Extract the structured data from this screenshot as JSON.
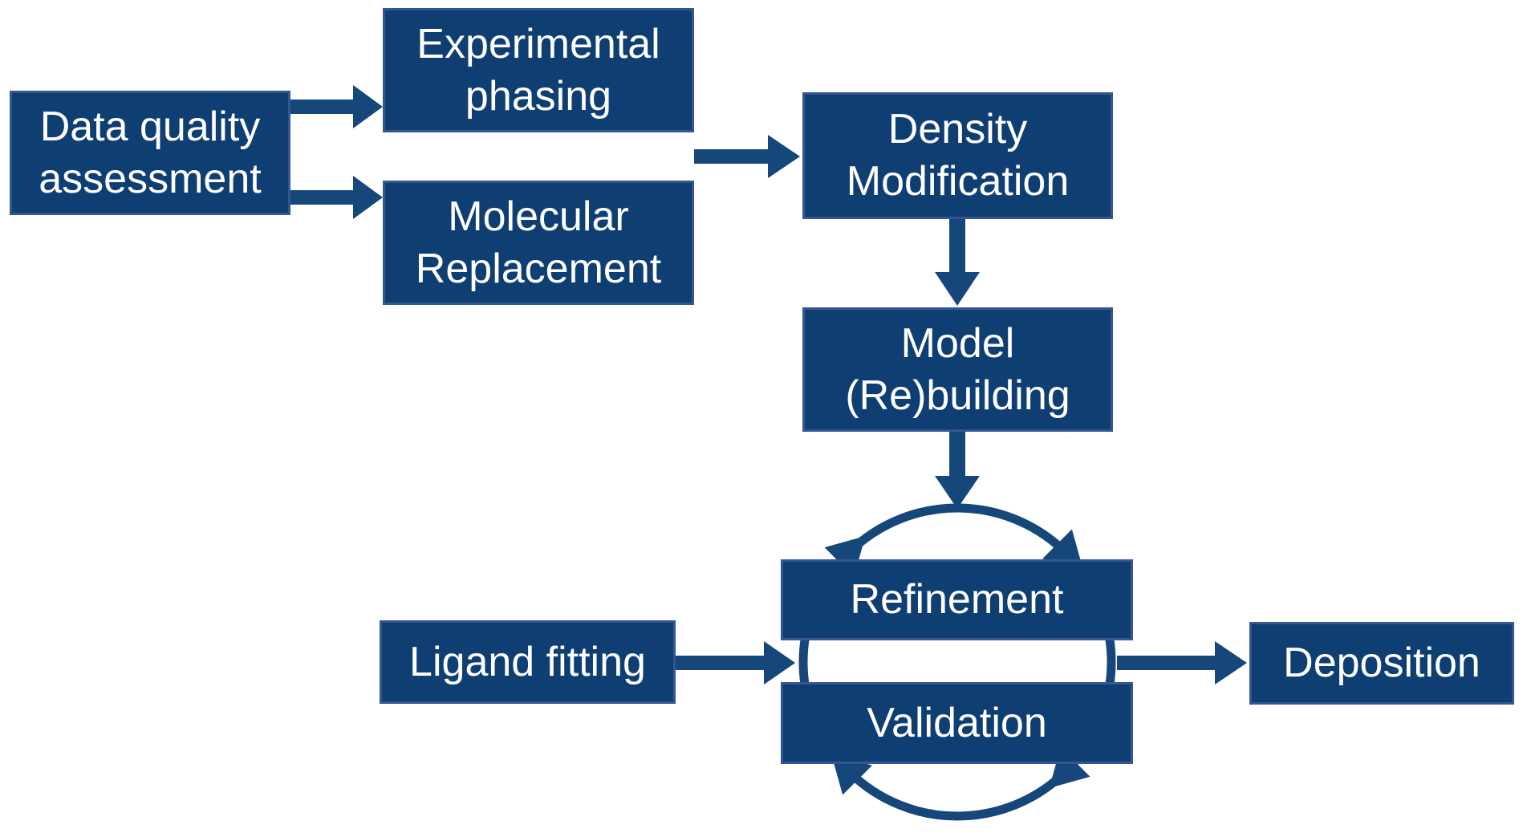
{
  "nodes": {
    "data_quality_assessment": {
      "label": "Data quality\nassessment"
    },
    "experimental_phasing": {
      "label": "Experimental\nphasing"
    },
    "molecular_replacement": {
      "label": "Molecular\nReplacement"
    },
    "density_modification": {
      "label": "Density\nModification"
    },
    "model_rebuilding": {
      "label": "Model\n(Re)building"
    },
    "refinement": {
      "label": "Refinement"
    },
    "validation": {
      "label": "Validation"
    },
    "ligand_fitting": {
      "label": "Ligand fitting"
    },
    "deposition": {
      "label": "Deposition"
    }
  },
  "edges": [
    {
      "from": "data_quality_assessment",
      "to": "experimental_phasing"
    },
    {
      "from": "data_quality_assessment",
      "to": "molecular_replacement"
    },
    {
      "from": "experimental_phasing / molecular_replacement",
      "to": "density_modification"
    },
    {
      "from": "density_modification",
      "to": "model_rebuilding"
    },
    {
      "from": "model_rebuilding",
      "to": "refinement_validation_cycle"
    },
    {
      "from": "ligand_fitting",
      "to": "refinement_validation_cycle"
    },
    {
      "from": "refinement_validation_cycle",
      "to": "deposition"
    }
  ],
  "cycle": {
    "between": [
      "refinement",
      "validation"
    ],
    "direction": "clockwise",
    "arrowheads": 4
  },
  "colors": {
    "box-fill": "#0f3e73",
    "box-border": "#35568f",
    "arrow": "#16477b",
    "text": "#ffffff",
    "background": "#ffffff"
  }
}
